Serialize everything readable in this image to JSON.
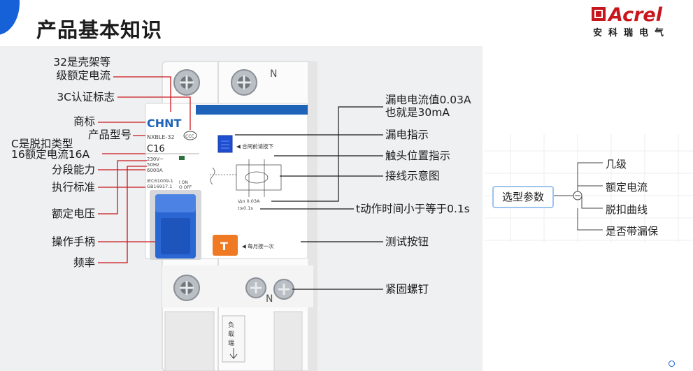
{
  "page": {
    "title": "产品基本知识"
  },
  "brand": {
    "name": "Acrel",
    "subtitle": "安科瑞电气",
    "color": "#c8161d",
    "accent": "#1660d8"
  },
  "breaker": {
    "brand": "CHNT",
    "model": "NXBLE-32",
    "rating": "C16",
    "voltage": "230V~",
    "frequency": "50Hz",
    "breaking_capacity": "6000A",
    "standard1": "IEC61009-1",
    "standard2": "GB16917.1",
    "on_label": "I ON",
    "off_label": "O OFF",
    "leak_current": "IΔn 0.03A",
    "trip_time": "t≤0.1s",
    "leak_indicator_note": "◀ 合闸前请按下",
    "test_button_letter": "T",
    "test_button_note": "◀ 每月按一次",
    "terminal_n": "N",
    "load_side": [
      "负",
      "载",
      "端"
    ],
    "certification": "CCC"
  },
  "left_labels": {
    "shell_rating": [
      "32是壳架等",
      "级额定电流"
    ],
    "cert_mark": "3C认证标志",
    "trademark": "商标",
    "model": "产品型号",
    "trip_type": [
      "C是脱扣类型",
      "16额定电流16A"
    ],
    "breaking_capacity": "分段能力",
    "standard": "执行标准",
    "rated_voltage": "额定电压",
    "handle": "操作手柄",
    "frequency": "频率"
  },
  "right_labels": {
    "leak_value": [
      "漏电电流值0.03A",
      "也就是30mA"
    ],
    "leak_indicator": "漏电指示",
    "contact_position": "触头位置指示",
    "wiring_diagram": "接线示意图",
    "trip_time": "t动作时间小于等于0.1s",
    "test_button": "测试按钮",
    "fastening_screw": "紧固螺钉"
  },
  "mindmap": {
    "root": "选型参数",
    "items": [
      "几级",
      "额定电流",
      "脱扣曲线",
      "是否带漏保"
    ]
  }
}
